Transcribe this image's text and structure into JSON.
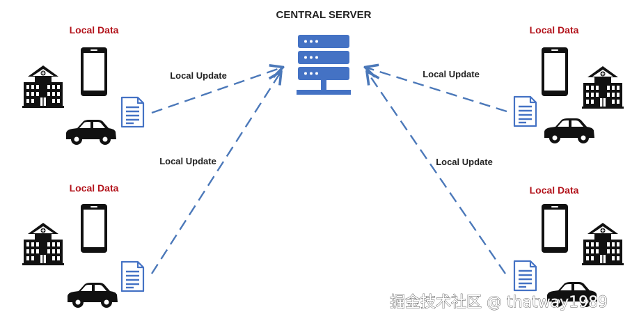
{
  "server": {
    "title": "CENTRAL SERVER",
    "color": "#4472c4"
  },
  "clients": [
    {
      "id": "top-left",
      "data_label": "Local Data",
      "update_label": "Local Update"
    },
    {
      "id": "bottom-left",
      "data_label": "Local Data",
      "update_label": "Local Update"
    },
    {
      "id": "top-right",
      "data_label": "Local Data",
      "update_label": "Local Update"
    },
    {
      "id": "bottom-right",
      "data_label": "Local Data",
      "update_label": "Local Update"
    }
  ],
  "colors": {
    "local_data": "#b3141c",
    "arrow": "#4b78b9",
    "icon": "#111111",
    "document": "#4472c4"
  },
  "watermark": "掘金技术社区 @ thatway1989"
}
